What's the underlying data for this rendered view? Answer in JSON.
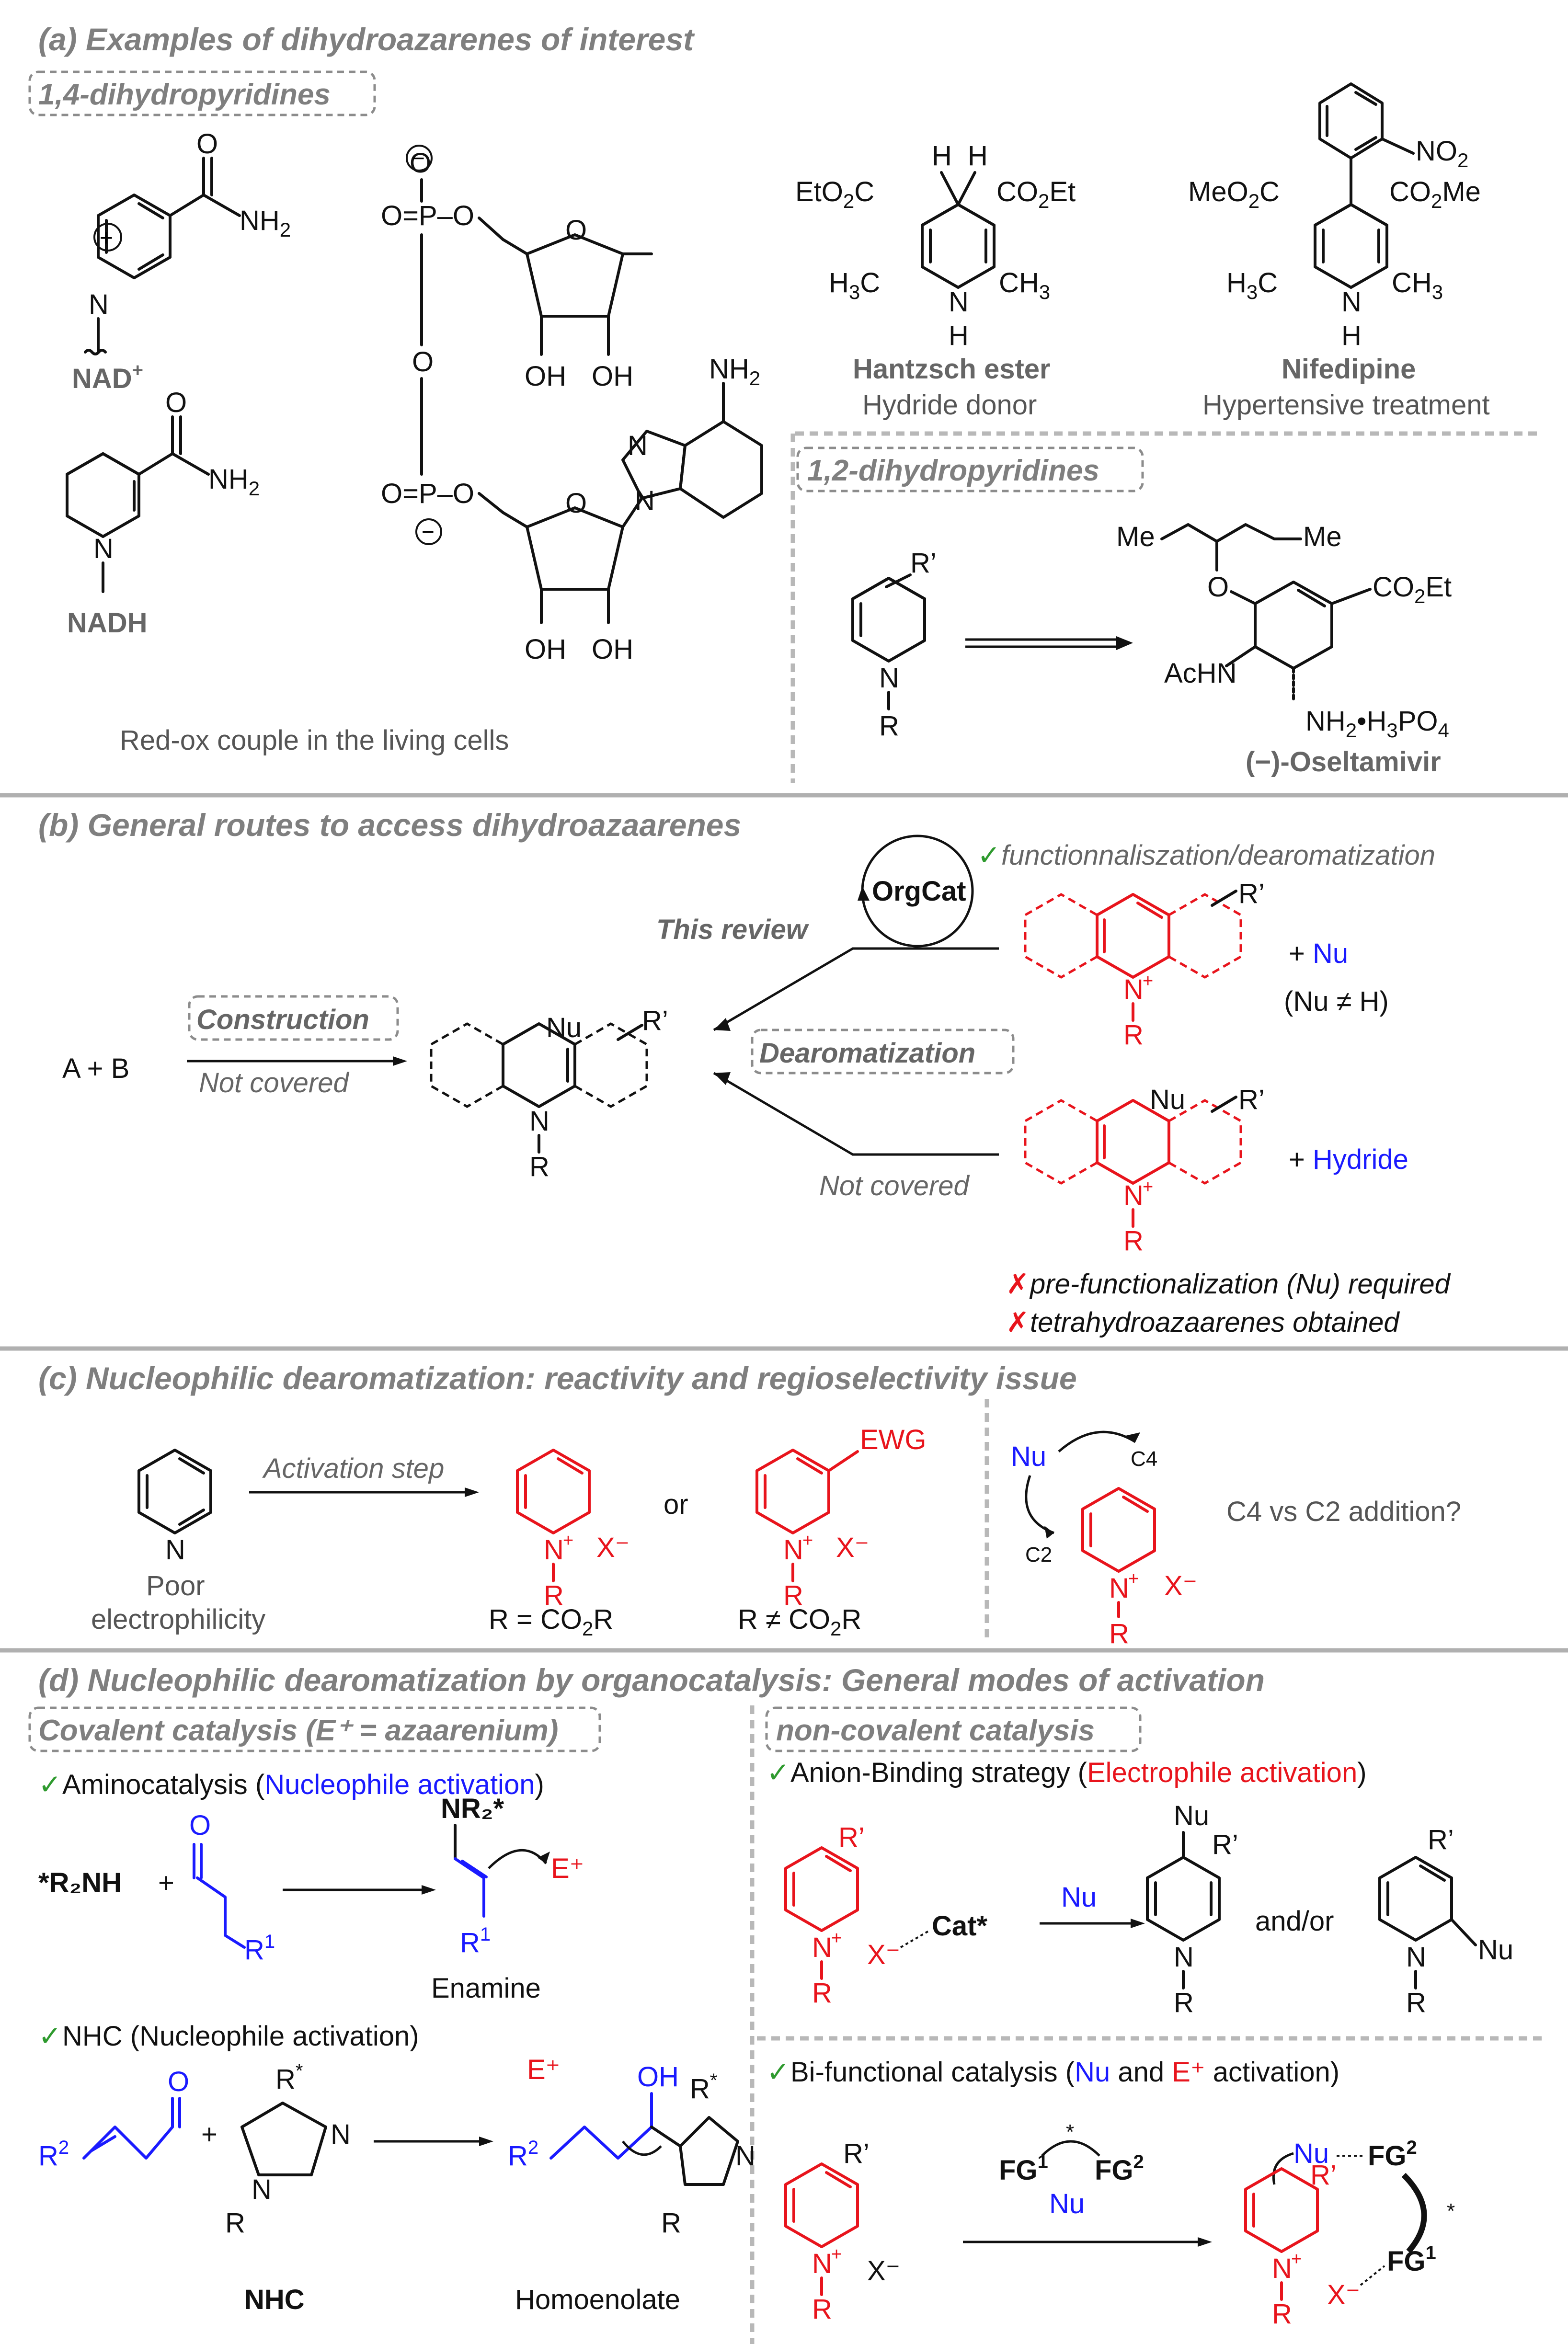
{
  "sections": {
    "a": {
      "header": "(a) Examples of dihydroazarenes of interest",
      "group_14": "1,4-dihydropyridines",
      "group_12": "1,2-dihydropyridines",
      "nad": "NAD",
      "nad_sup": "+",
      "nadh": "NADH",
      "redox": "Red-ox couple in the living cells",
      "hantzsch_name": "Hantzsch ester",
      "hantzsch_desc": "Hydride donor",
      "nifedipine_name": "Nifedipine",
      "nifedipine_desc": "Hypertensive treatment",
      "oseltamivir": "(−)-Oseltamivir",
      "labels": {
        "o": "O",
        "nh2": "NH",
        "two": "2",
        "n": "N",
        "h": "H",
        "r": "R",
        "rp": "R’",
        "oh": "OH",
        "p": "P",
        "etoc": "EtO",
        "co2et": "CO",
        "et": "Et",
        "meoc": "MeO",
        "me": "Me",
        "no2": "NO",
        "h3c": "H",
        "ch3": "CH",
        "three": "3",
        "achn": "AcHN",
        "h3po4": "•H",
        "po4": "PO",
        "four": "4"
      }
    },
    "b": {
      "header": "(b) General routes to access dihydroazaarenes",
      "orgcat": "OrgCat",
      "func": "functionnaliszation/dearomatization",
      "check": "✓",
      "cross": "✗",
      "this_review": "This review",
      "construction": "Construction",
      "not_covered": "Not covered",
      "dearomatization": "Dearomatization",
      "ab": "A  +  B",
      "nu": "Nu",
      "plus_nu": "+ ",
      "nu_ne_h": "(Nu ≠ H)",
      "hydride": "Hydride",
      "prefunc": "pre-functionalization (Nu) required",
      "tetra": "tetrahydroazaarenes obtained"
    },
    "c": {
      "header": "(c) Nucleophilic dearomatization: reactivity and regioselectivity issue",
      "activation": "Activation step",
      "poor1": "Poor",
      "poor2": "electrophilicity",
      "or": "or",
      "ewg": "EWG",
      "x": "X⁻",
      "r_eq": "R = CO",
      "r_ne": "R ≠ CO",
      "c4": "C4",
      "c2": "C2",
      "question": "C4 vs C2 addition?"
    },
    "d": {
      "header": "(d) Nucleophilic dearomatization by organocatalysis: General modes of activation",
      "covalent": "Covalent catalysis (E⁺ = azaarenium)",
      "noncovalent": "non-covalent catalysis",
      "amino": "Aminocatalysis (",
      "nuc_act": "Nucleophile activation",
      "close": ")",
      "enamine": "Enamine",
      "nhc_line": "NHC (Nucleophile activation)",
      "nhc": "NHC",
      "homoenolate": "Homoenolate",
      "anion": "Anion-Binding strategy (",
      "elec_act": "Electrophile activation",
      "andor": "and/or",
      "cat": "Cat*",
      "bifunc": "Bi-functional catalysis (",
      "nu_and": " and ",
      "eplus": "E⁺",
      "act": " activation)",
      "fg": "FG",
      "r2nh": "*R₂NH",
      "nr2": "NR₂*"
    }
  }
}
